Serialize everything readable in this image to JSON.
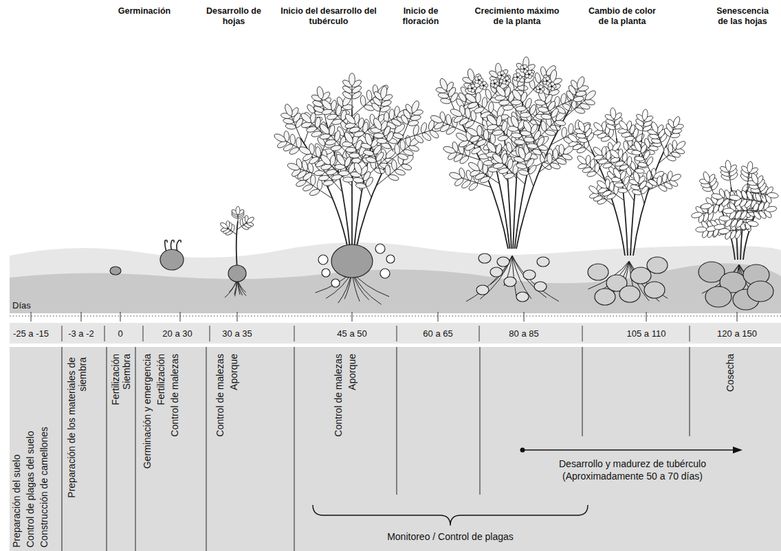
{
  "diagram": {
    "labels": [
      "Germinación",
      "Desarrollo de hojas",
      "Inicio del desarrollo del tubérculo",
      "Inicio de floración",
      "Crecimiento máximo de la planta",
      "Cambio de color de la planta",
      "Senescencia de las hojas",
      "Días",
      "-25 a -15",
      "-3 a -2",
      "0",
      "20 a 30",
      "30 a 35",
      "45 a 50",
      "60 a 65",
      "80 a 85",
      "105 a 110",
      "120 a 150",
      "Preparación del suelo",
      "Control de plagas del suelo",
      "Construcción de camellones",
      "Preparación de los materiales de siembra",
      "Fertilización",
      "Siembra",
      "Germinación y emergencia",
      "Fertilización",
      "Control de malezas",
      "Control de malezas",
      "Aporque",
      "Control de malezas",
      "Aporque",
      "Cosecha",
      "Desarrollo y madurez de tubérculo (Aproximadamente 50 a 70 días)",
      "Monitoreo / Control de plagas"
    ]
  }
}
